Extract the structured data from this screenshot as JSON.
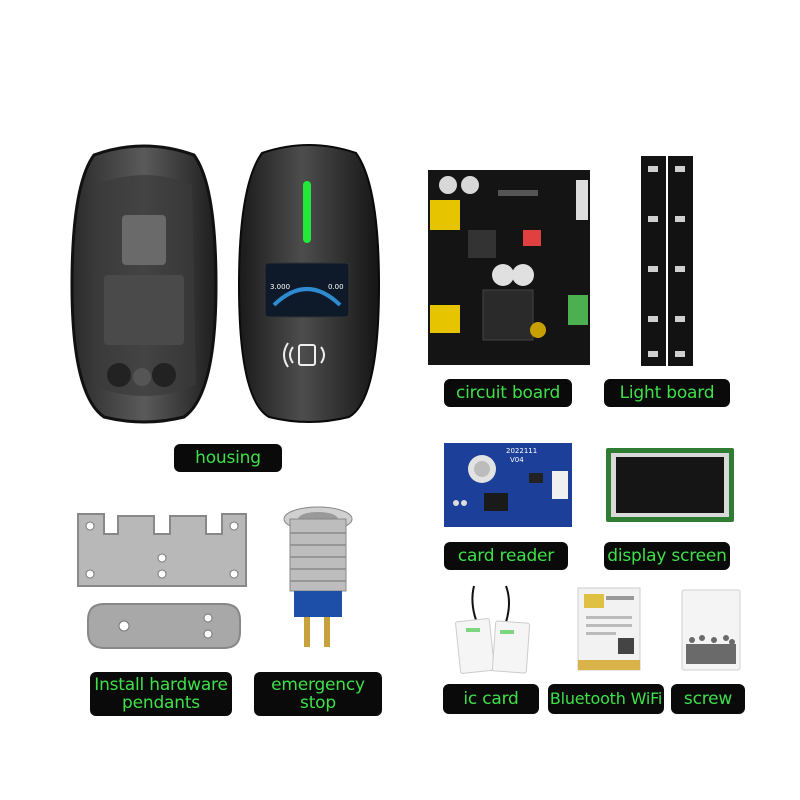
{
  "labels": {
    "housing": "housing",
    "circuit_board": "circuit board",
    "light_board": "Light board",
    "card_reader": "card reader",
    "display_screen": "display screen",
    "install_hardware": "Install hardware\npendants",
    "emergency_stop": "emergency\nstop",
    "ic_card": "ic card",
    "bluetooth_wifi": "Bluetooth WiFi",
    "screw": "screw"
  },
  "screen_readout": {
    "left": "3.000",
    "right": "0.00"
  },
  "pcb_marks": {
    "card_reader_date": "2022111",
    "card_reader_ver": "V04"
  },
  "colors": {
    "label_bg": "#0a0a0a",
    "label_text": "#3ee04a",
    "led_green": "#22e83a",
    "pcb_blue": "#1c3f9a",
    "pcb_black": "#141414"
  }
}
